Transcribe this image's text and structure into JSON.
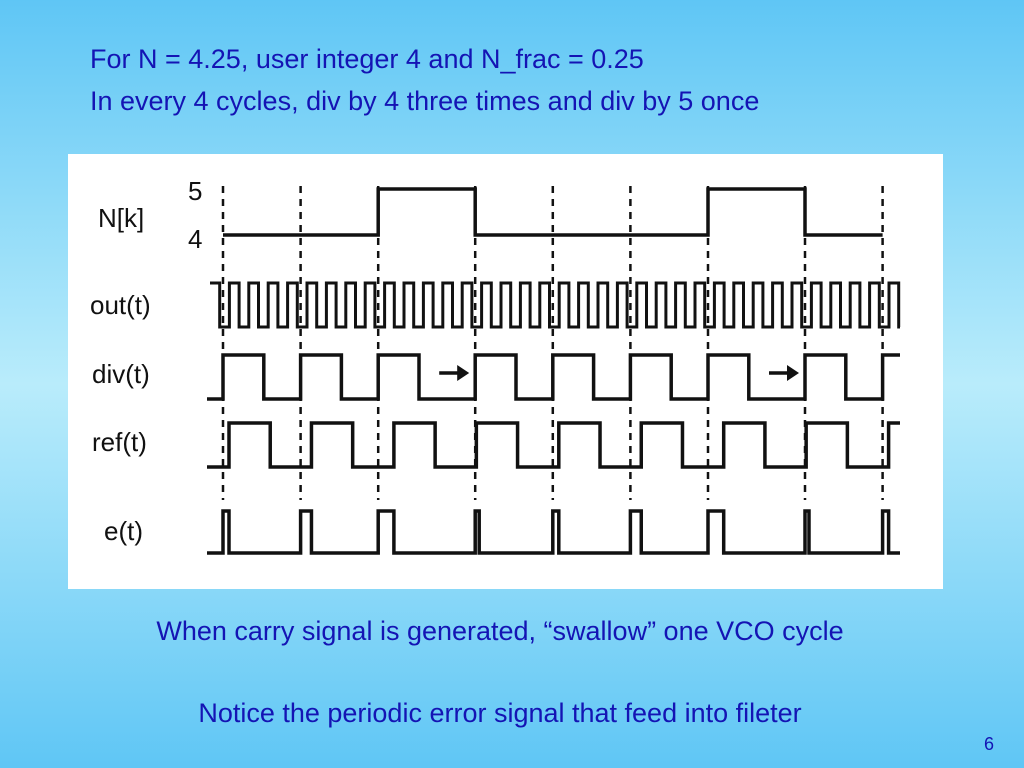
{
  "slide": {
    "heading_line1": "For N = 4.25, user integer 4 and N_frac = 0.25",
    "heading_line2": "In every 4 cycles, div by 4 three times and div by 5 once",
    "note1": "When carry signal is generated, “swallow” one VCO cycle",
    "note2": "Notice the periodic error signal that feed into fileter",
    "page_number": "6"
  },
  "diagram": {
    "signal_labels": [
      "N[k]",
      "out(t)",
      "div(t)",
      "ref(t)",
      "e(t)"
    ],
    "n_levels": [
      "5",
      "4"
    ],
    "nk_sequence": [
      4,
      4,
      5,
      4,
      4,
      4,
      5,
      4
    ],
    "colors": {
      "trace": "#111111",
      "label": "#111111"
    }
  }
}
